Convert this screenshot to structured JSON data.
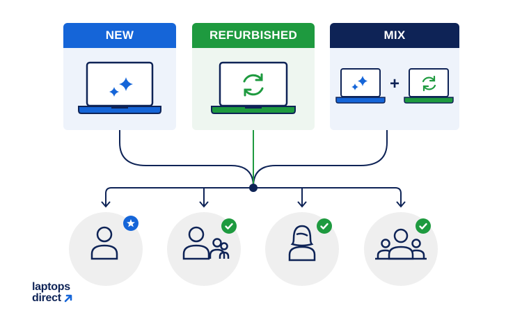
{
  "options": [
    {
      "label": "NEW",
      "color": "#1565d8",
      "icon": "sparkle-icon"
    },
    {
      "label": "REFURBISHED",
      "color": "#1e9a3f",
      "icon": "refresh-icon"
    },
    {
      "label": "MIX",
      "color": "#0e2356",
      "icon": "laptop-plus-icon"
    }
  ],
  "mix_operator": "+",
  "users": [
    {
      "icon": "single-user-icon",
      "badge": "star-badge-icon",
      "badge_color": "#1565d8"
    },
    {
      "icon": "user-with-group-icon",
      "badge": "check-badge-icon",
      "badge_color": "#1e9a3f"
    },
    {
      "icon": "female-user-icon",
      "badge": "check-badge-icon",
      "badge_color": "#1e9a3f"
    },
    {
      "icon": "team-users-icon",
      "badge": "check-badge-icon",
      "badge_color": "#1e9a3f"
    }
  ],
  "colors": {
    "navy": "#0e2356",
    "blue": "#1565d8",
    "green": "#1e9a3f",
    "circle_bg": "#efefef"
  },
  "logo": {
    "line1": "laptops",
    "line2": "direct",
    "arrow": "arrow-up-right-icon"
  }
}
